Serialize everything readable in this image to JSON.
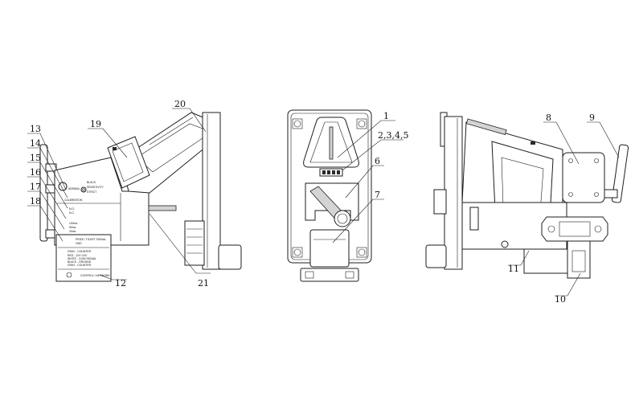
{
  "callouts": {
    "c1": "1",
    "c2345": "2,3,4,5",
    "c6": "6",
    "c7": "7",
    "c8": "8",
    "c9": "9",
    "c10": "10",
    "c11": "11",
    "c12": "12",
    "c13": "13",
    "c14": "14",
    "c15": "15",
    "c16": "16",
    "c17": "17",
    "c18": "18",
    "c19": "19",
    "c20": "20",
    "c21": "21"
  },
  "panel_labels": {
    "black": "BLACK",
    "normal": "NORMAL",
    "sensitivity": "SENSITIVITY",
    "strict": "STRICT",
    "calibration": "CALIBRATION",
    "no": "N.O.",
    "nc": "N.C.",
    "speed_fast": "100ms",
    "speed_mid": "50ms",
    "speed_slow": "30ms",
    "prize_signal": "PRIZE / TICKET SIGNAL",
    "gnd": "GND",
    "wire_gray_top": "GRAY - COUNTER",
    "wire_red": "RED - 12V~24V",
    "wire_white": "WHITE - COIN SIGNAL",
    "wire_black": "BLACK - GROUND",
    "wire_gray": "GRAY - COUNTER",
    "control_network": "CONTROL / NETWORK"
  }
}
